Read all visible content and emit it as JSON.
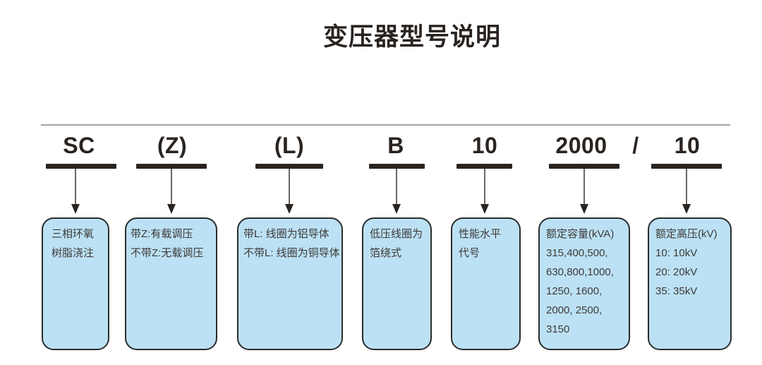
{
  "title": "变压器型号说明",
  "code_row": {
    "separator": "/"
  },
  "columns": [
    {
      "code": "SC",
      "description": "三相环氧\n树脂浇注"
    },
    {
      "code": "(Z)",
      "description": "带Z:有载调压\n不带Z:无载调压"
    },
    {
      "code": "(L)",
      "description": "带L: 线圈为铝导体\n不带L: 线圈为铜导体"
    },
    {
      "code": "B",
      "description": "低压线圈为\n箔绕式"
    },
    {
      "code": "10",
      "description": "性能水平\n代号"
    },
    {
      "code": "2000",
      "description": "额定容量(kVA)\n315,400,500,\n630,800,1000,\n1250, 1600,\n2000, 2500,\n3150"
    },
    {
      "code": "10",
      "description": "额定高压(kV)\n10: 10kV\n20: 20kV\n35: 35kV"
    }
  ],
  "colors": {
    "box_fill": "#bce1f4",
    "box_border": "#2b2b2b",
    "ink": "#2a2420",
    "divider_gray": "#a9a5a3"
  }
}
